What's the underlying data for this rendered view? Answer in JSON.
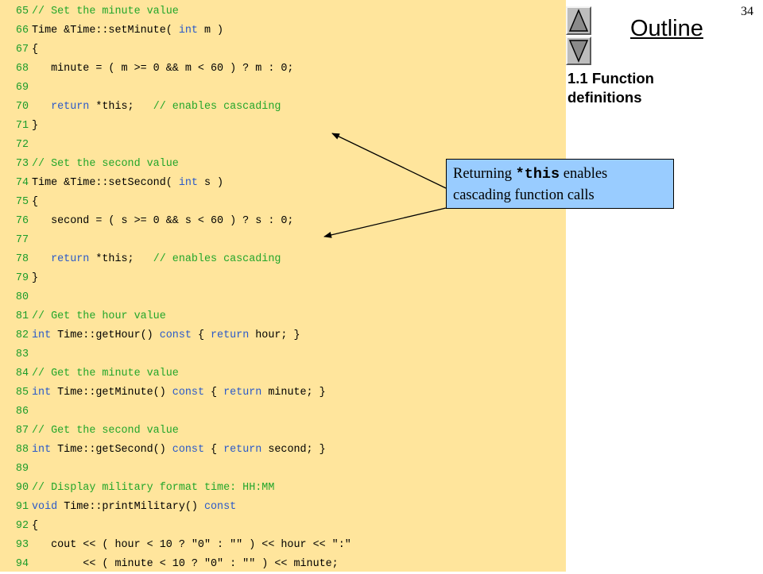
{
  "page_number": "34",
  "outline": {
    "title": "Outline",
    "section_label": "1.1 Function definitions"
  },
  "callout": {
    "text_before": "Returning ",
    "code": "*this",
    "text_after": " enables cascading function calls"
  },
  "code_lines": [
    {
      "n": "65",
      "tokens": [
        {
          "t": "// Set the minute value",
          "k": "comment"
        }
      ]
    },
    {
      "n": "66",
      "tokens": [
        {
          "t": "Time &Time::setMinute( ",
          "k": "plain"
        },
        {
          "t": "int",
          "k": "kw"
        },
        {
          "t": " m )",
          "k": "plain"
        }
      ]
    },
    {
      "n": "67",
      "tokens": [
        {
          "t": "{",
          "k": "plain"
        }
      ]
    },
    {
      "n": "68",
      "tokens": [
        {
          "t": "   minute = ( m >= 0 && m < 60 ) ? m : 0;",
          "k": "plain"
        }
      ]
    },
    {
      "n": "69",
      "tokens": []
    },
    {
      "n": "70",
      "tokens": [
        {
          "t": "   ",
          "k": "plain"
        },
        {
          "t": "return",
          "k": "kw"
        },
        {
          "t": " *this;   ",
          "k": "plain"
        },
        {
          "t": "// enables cascading",
          "k": "comment"
        }
      ]
    },
    {
      "n": "71",
      "tokens": [
        {
          "t": "}",
          "k": "plain"
        }
      ]
    },
    {
      "n": "72",
      "tokens": []
    },
    {
      "n": "73",
      "tokens": [
        {
          "t": "// Set the second value",
          "k": "comment"
        }
      ]
    },
    {
      "n": "74",
      "tokens": [
        {
          "t": "Time &Time::setSecond( ",
          "k": "plain"
        },
        {
          "t": "int",
          "k": "kw"
        },
        {
          "t": " s )",
          "k": "plain"
        }
      ]
    },
    {
      "n": "75",
      "tokens": [
        {
          "t": "{",
          "k": "plain"
        }
      ]
    },
    {
      "n": "76",
      "tokens": [
        {
          "t": "   second = ( s >= 0 && s < 60 ) ? s : 0;",
          "k": "plain"
        }
      ]
    },
    {
      "n": "77",
      "tokens": []
    },
    {
      "n": "78",
      "tokens": [
        {
          "t": "   ",
          "k": "plain"
        },
        {
          "t": "return",
          "k": "kw"
        },
        {
          "t": " *this;   ",
          "k": "plain"
        },
        {
          "t": "// enables cascading",
          "k": "comment"
        }
      ]
    },
    {
      "n": "79",
      "tokens": [
        {
          "t": "}",
          "k": "plain"
        }
      ]
    },
    {
      "n": "80",
      "tokens": []
    },
    {
      "n": "81",
      "tokens": [
        {
          "t": "// Get the hour value",
          "k": "comment"
        }
      ]
    },
    {
      "n": "82",
      "tokens": [
        {
          "t": "int",
          "k": "kw"
        },
        {
          "t": " Time::getHour() ",
          "k": "plain"
        },
        {
          "t": "const",
          "k": "kw"
        },
        {
          "t": " { ",
          "k": "plain"
        },
        {
          "t": "return",
          "k": "kw"
        },
        {
          "t": " hour; }",
          "k": "plain"
        }
      ]
    },
    {
      "n": "83",
      "tokens": []
    },
    {
      "n": "84",
      "tokens": [
        {
          "t": "// Get the minute value",
          "k": "comment"
        }
      ]
    },
    {
      "n": "85",
      "tokens": [
        {
          "t": "int",
          "k": "kw"
        },
        {
          "t": " Time::getMinute() ",
          "k": "plain"
        },
        {
          "t": "const",
          "k": "kw"
        },
        {
          "t": " { ",
          "k": "plain"
        },
        {
          "t": "return",
          "k": "kw"
        },
        {
          "t": " minute; }",
          "k": "plain"
        }
      ]
    },
    {
      "n": "86",
      "tokens": []
    },
    {
      "n": "87",
      "tokens": [
        {
          "t": "// Get the second value",
          "k": "comment"
        }
      ]
    },
    {
      "n": "88",
      "tokens": [
        {
          "t": "int",
          "k": "kw"
        },
        {
          "t": " Time::getSecond() ",
          "k": "plain"
        },
        {
          "t": "const",
          "k": "kw"
        },
        {
          "t": " { ",
          "k": "plain"
        },
        {
          "t": "return",
          "k": "kw"
        },
        {
          "t": " second; }",
          "k": "plain"
        }
      ]
    },
    {
      "n": "89",
      "tokens": []
    },
    {
      "n": "90",
      "tokens": [
        {
          "t": "// Display military format time: HH:MM",
          "k": "comment"
        }
      ]
    },
    {
      "n": "91",
      "tokens": [
        {
          "t": "void",
          "k": "kw"
        },
        {
          "t": " Time::printMilitary() ",
          "k": "plain"
        },
        {
          "t": "const",
          "k": "kw"
        }
      ]
    },
    {
      "n": "92",
      "tokens": [
        {
          "t": "{",
          "k": "plain"
        }
      ]
    },
    {
      "n": "93",
      "tokens": [
        {
          "t": "   cout << ( hour < 10 ? \"0\" : \"\" ) << hour << \":\"",
          "k": "plain"
        }
      ]
    },
    {
      "n": "94",
      "tokens": [
        {
          "t": "        << ( minute < 10 ? \"0\" : \"\" ) << minute;",
          "k": "plain"
        }
      ]
    }
  ],
  "icons": {
    "prev": "triangle-up-icon",
    "next": "triangle-down-icon"
  },
  "colors": {
    "code_background": "#ffe59c",
    "comment": "#22a62a",
    "keyword": "#2a59c9",
    "callout_background": "#99ccff"
  }
}
